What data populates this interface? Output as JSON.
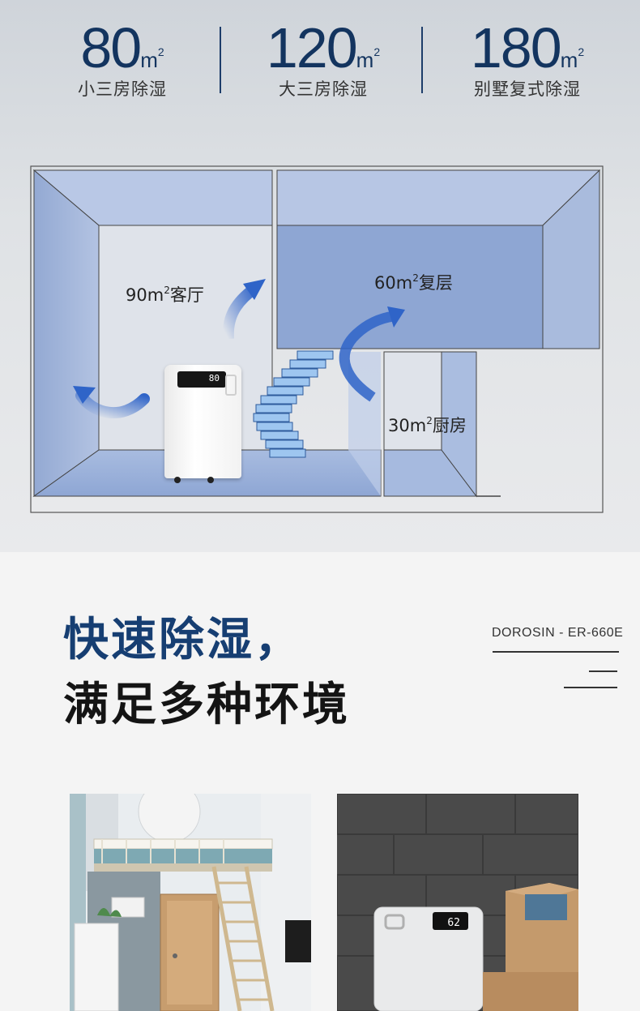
{
  "stats": [
    {
      "number": "80",
      "unit": "m",
      "sup": "2",
      "label": "小三房除湿"
    },
    {
      "number": "120",
      "unit": "m",
      "sup": "2",
      "label": "大三房除湿"
    },
    {
      "number": "180",
      "unit": "m",
      "sup": "2",
      "label": "别墅复式除湿"
    }
  ],
  "rooms": {
    "living": {
      "area": "90m",
      "sup": "2",
      "name": "客厅"
    },
    "loft": {
      "area": "60m",
      "sup": "2",
      "name": "复层"
    },
    "kitchen": {
      "area": "30m",
      "sup": "2",
      "name": "厨房"
    }
  },
  "device_display": "80",
  "headline": {
    "line1": "快速除湿，",
    "line2": "满足多种环境"
  },
  "model": "DOROSIN - ER-660E",
  "photo2_display": "62",
  "colors": {
    "brand": "#163e72",
    "room_fill": "#9fb4d9",
    "arrow": "#2f64c8"
  }
}
